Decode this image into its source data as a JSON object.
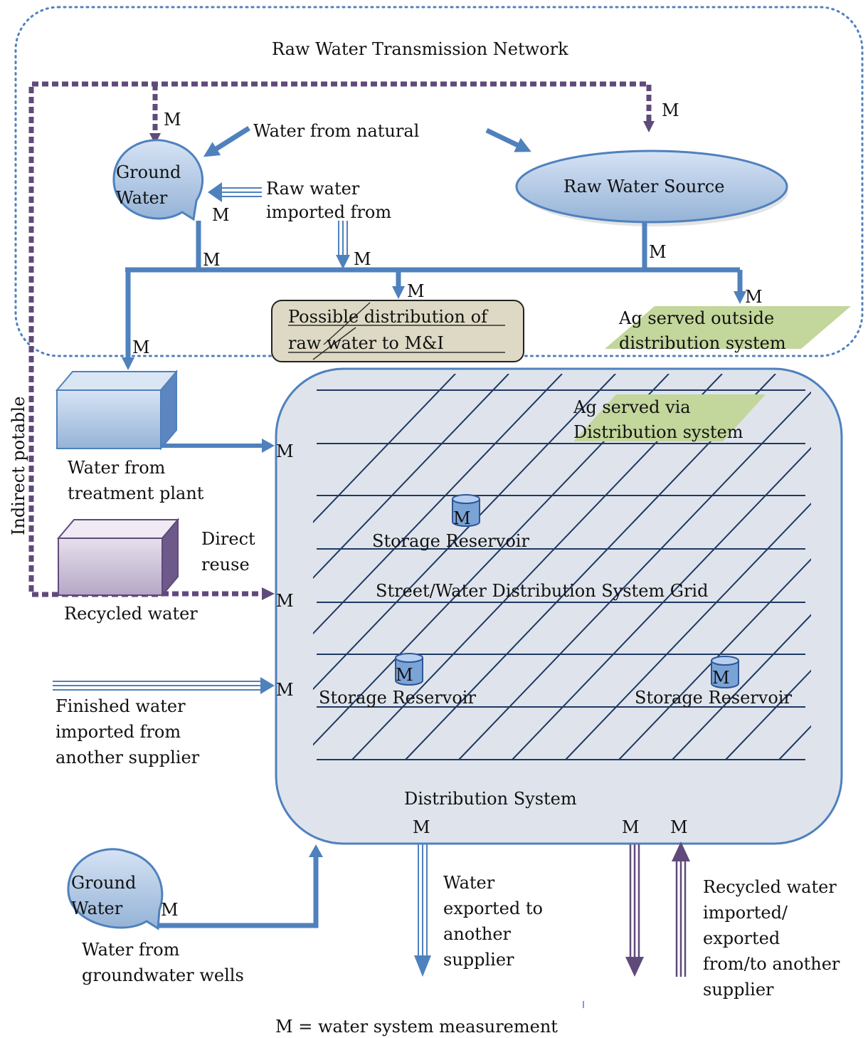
{
  "network_title": "Raw Water Transmission Network",
  "indirect_potable": "Indirect potable",
  "meter": "M",
  "ground_water": [
    "Ground",
    "Water"
  ],
  "water_from_natural": "Water from natural",
  "raw_water_imported": [
    "Raw water",
    "imported from"
  ],
  "raw_water_source": "Raw Water Source",
  "possible_distribution": [
    "Possible distribution of",
    "raw water to M&I"
  ],
  "ag_outside": [
    "Ag served outside",
    "distribution system"
  ],
  "ag_via": [
    "Ag served via",
    "Distribution system"
  ],
  "treatment_plant": [
    "Water from",
    "treatment plant"
  ],
  "recycled_water": "Recycled water",
  "direct_reuse": [
    "Direct",
    "reuse"
  ],
  "finished_water": [
    "Finished water",
    "imported from",
    "another supplier"
  ],
  "storage_reservoir": "Storage Reservoir",
  "grid_label": "Street/Water Distribution System Grid",
  "distribution_system": "Distribution System",
  "ground_water_wells_label": [
    "Water from",
    "groundwater wells"
  ],
  "water_exported": [
    "Water",
    "exported to",
    "another",
    "supplier"
  ],
  "recycled_imported": [
    "Recycled water",
    "imported/",
    "exported",
    "from/to another",
    "supplier"
  ],
  "legend": "M = water system measurement",
  "colors": {
    "pipe": "#4f81bd",
    "purple": "#604a7b",
    "dotted": "#4f81bd",
    "fill_blue": "#b9cfe9",
    "dist_fill": "#dfe4ec",
    "grid": "#1f3864",
    "tan": "#ddd9c4",
    "green": "#c3d69b"
  }
}
